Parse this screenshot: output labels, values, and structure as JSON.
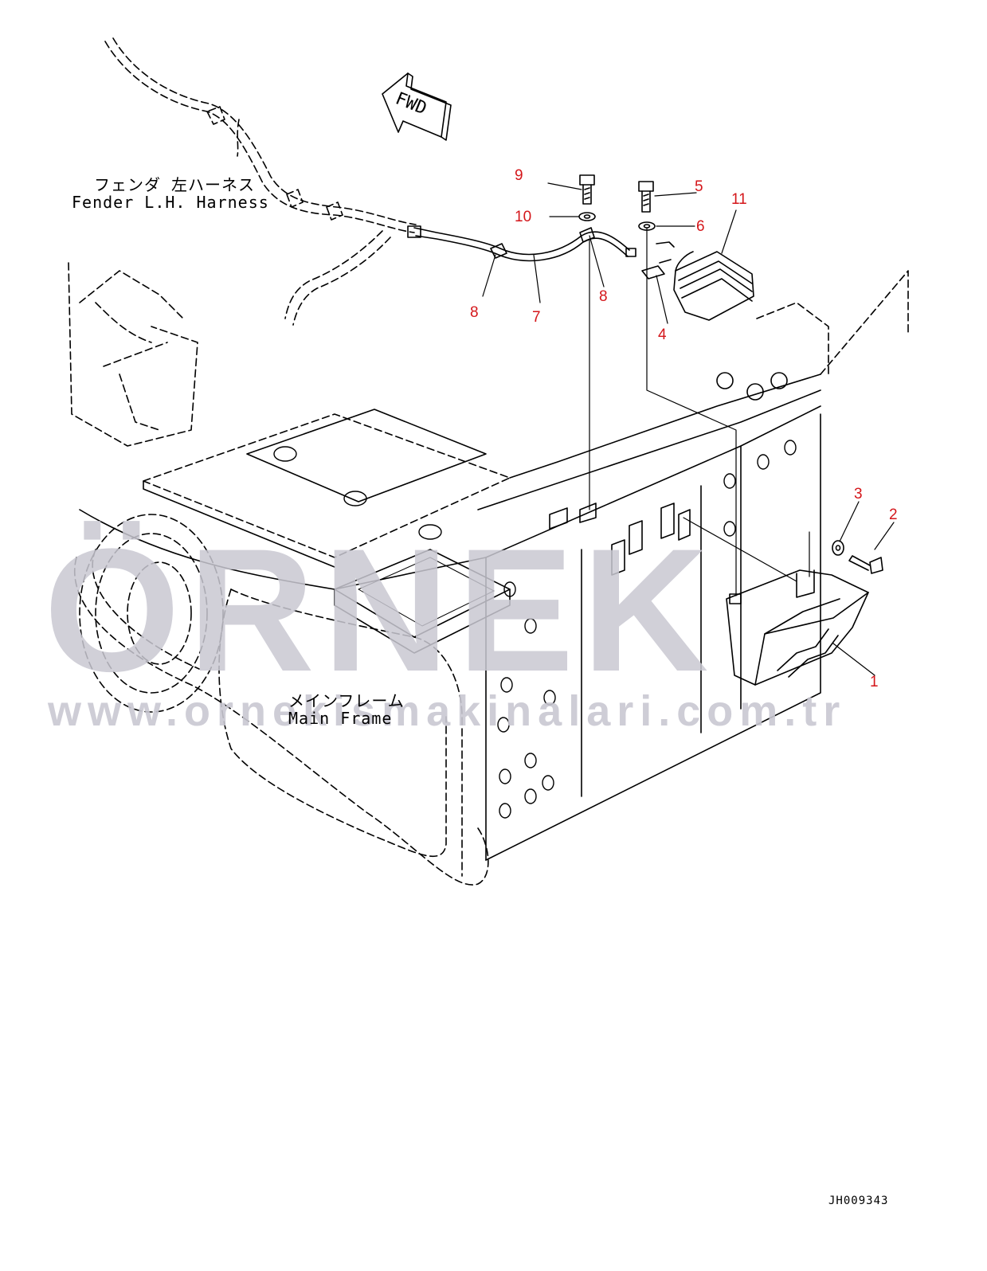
{
  "labels": {
    "fender_jp": "フェンダ 左ハーネス",
    "fender_en": "Fender L.H. Harness",
    "frame_jp": "メインフレーム",
    "frame_en": "Main Frame",
    "fwd": "FWD",
    "drawing_id": "JH009343"
  },
  "watermark": {
    "brand": "ÖRNEK",
    "url": "www.ornekismakinalari.com.tr",
    "color": "#c9c8d2",
    "accent": "#f2e08a"
  },
  "callouts": [
    {
      "id": "c9",
      "text": "9"
    },
    {
      "id": "c10",
      "text": "10"
    },
    {
      "id": "c5",
      "text": "5"
    },
    {
      "id": "c6",
      "text": "6"
    },
    {
      "id": "c11",
      "text": "11"
    },
    {
      "id": "c8a",
      "text": "8"
    },
    {
      "id": "c7",
      "text": "7"
    },
    {
      "id": "c8b",
      "text": "8"
    },
    {
      "id": "c4",
      "text": "4"
    },
    {
      "id": "c3",
      "text": "3"
    },
    {
      "id": "c2",
      "text": "2"
    },
    {
      "id": "c1",
      "text": "1"
    }
  ],
  "callout_color": "#d4161a"
}
